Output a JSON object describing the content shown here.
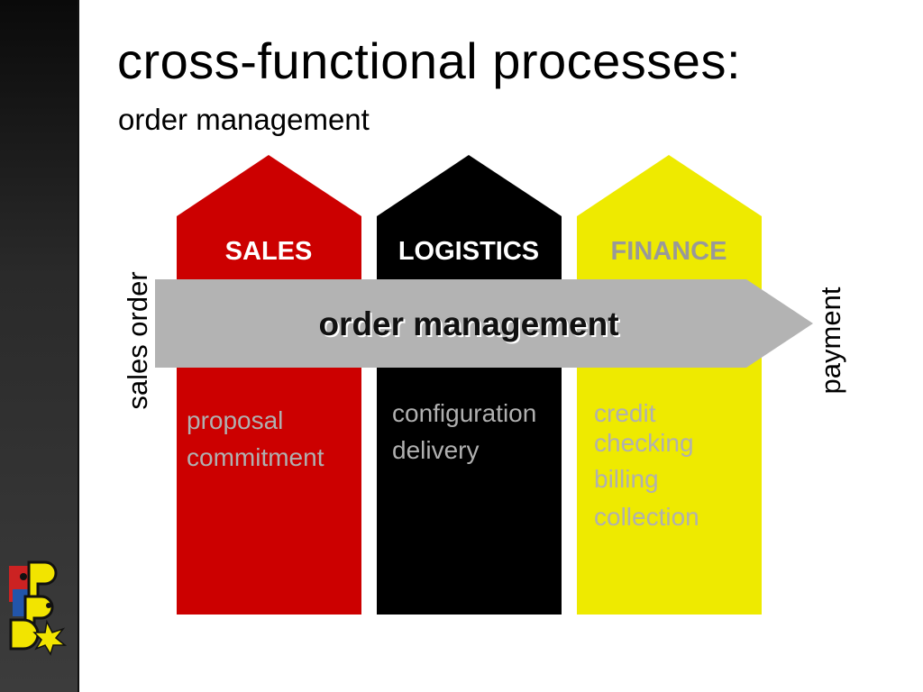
{
  "title": "cross-functional processes:",
  "subtitle": "order management",
  "colors": {
    "sales": "#cc0000",
    "logistics": "#000000",
    "finance": "#eeea00",
    "arrow": "#b3b3b3",
    "item_text": "#b0b0b0",
    "finance_header": "#999999"
  },
  "columns": [
    {
      "header": "SALES",
      "items": [
        "proposal",
        "commitment"
      ]
    },
    {
      "header": "LOGISTICS",
      "items": [
        "configuration",
        "delivery"
      ]
    },
    {
      "header": "FINANCE",
      "items": [
        "credit",
        "checking",
        "billing",
        "collection"
      ]
    }
  ],
  "process_arrow": {
    "label": "order management"
  },
  "input_label": "sales order",
  "output_label": "payment",
  "logo": {
    "icon": "ipd-logo-icon"
  }
}
